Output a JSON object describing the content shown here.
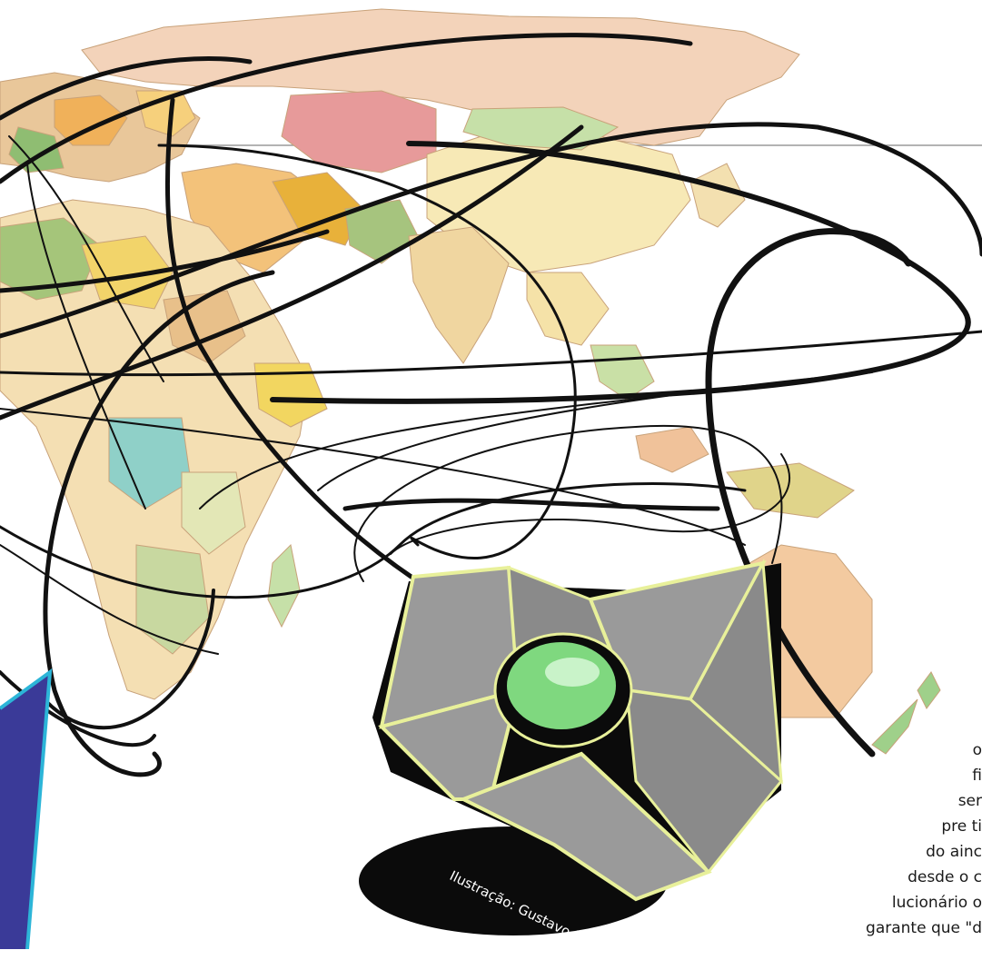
{
  "illustration": {
    "credit": "Ilustração: Gustavo Bacan"
  },
  "article": {
    "fragments": [
      "o",
      "fi",
      "ser",
      "pre ti",
      "do ainc",
      "desde o c",
      "lucionário o",
      "garante que \"d"
    ]
  },
  "colors": {
    "map_land": "#f2d9a8",
    "curve": "#111111",
    "device_gray": "#9a9a9a",
    "device_outline": "#e8f09a",
    "gem_green": "#7fd87f",
    "panel_blue": "#3a3a98",
    "panel_edge": "#2cb5d8"
  }
}
